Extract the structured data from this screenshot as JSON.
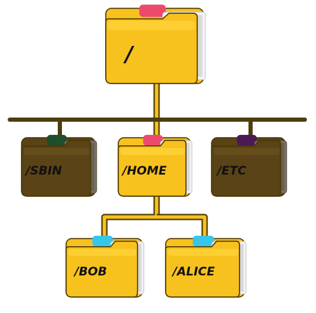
{
  "diagram": {
    "palette": {
      "yellow": "#f7c21e",
      "yellow_top": "#ffd43b",
      "tab_front": "#ffe25a",
      "paper": "#f3f3f3",
      "paper_edge": "#c9c9c9",
      "outline": "#4a3500",
      "dim_body": "#5a4317",
      "dim_top": "#6b5220",
      "dim_paper": "#7a7268",
      "connector_gold": "#f7c21e",
      "connector_dark": "#4e3d10"
    },
    "nodes": {
      "root": {
        "label": "/",
        "tab_color": "#ec4a6d",
        "icon": "folder-icon",
        "highlighted": true
      },
      "sbin": {
        "label": "/SBIN",
        "tab_color": "#1f4e2a",
        "icon": "folder-icon",
        "highlighted": false
      },
      "home": {
        "label": "/HOME",
        "tab_color": "#ec4a6d",
        "icon": "folder-icon",
        "highlighted": true
      },
      "etc": {
        "label": "/ETC",
        "tab_color": "#4b1a55",
        "icon": "folder-icon",
        "highlighted": false
      },
      "bob": {
        "label": "/BOB",
        "tab_color": "#36c6ea",
        "icon": "folder-icon",
        "highlighted": true
      },
      "alice": {
        "label": "/ALICE",
        "tab_color": "#36c6ea",
        "icon": "folder-icon",
        "highlighted": true
      }
    }
  }
}
